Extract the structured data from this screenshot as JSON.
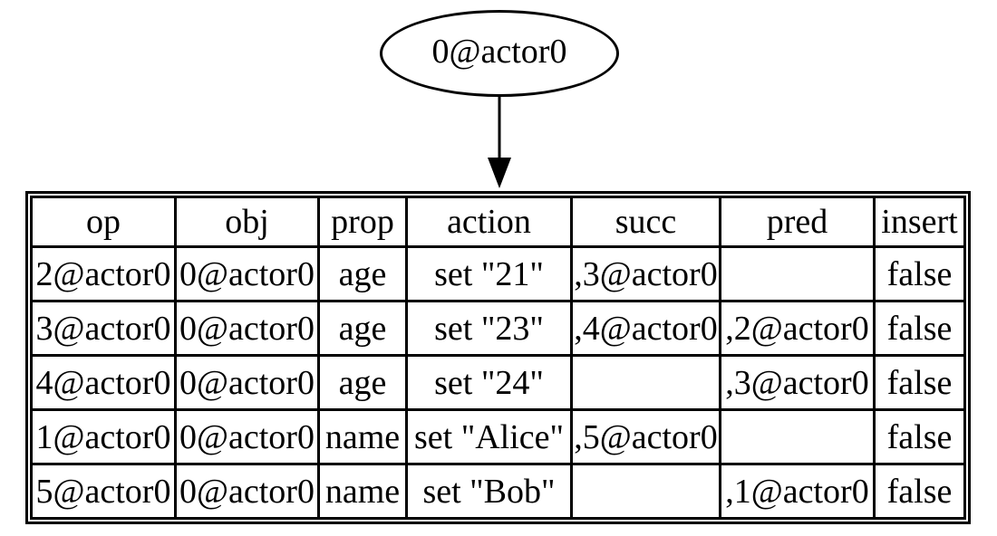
{
  "node": {
    "label": "0@actor0"
  },
  "table": {
    "headers": [
      "op",
      "obj",
      "prop",
      "action",
      "succ",
      "pred",
      "insert"
    ],
    "rows": [
      [
        "2@actor0",
        "0@actor0",
        "age",
        "set \"21\"",
        ",3@actor0",
        "",
        "false"
      ],
      [
        "3@actor0",
        "0@actor0",
        "age",
        "set \"23\"",
        ",4@actor0",
        ",2@actor0",
        "false"
      ],
      [
        "4@actor0",
        "0@actor0",
        "age",
        "set \"24\"",
        "",
        ",3@actor0",
        "false"
      ],
      [
        "1@actor0",
        "0@actor0",
        "name",
        "set \"Alice\"",
        ",5@actor0",
        "",
        "false"
      ],
      [
        "5@actor0",
        "0@actor0",
        "name",
        "set \"Bob\"",
        "",
        ",1@actor0",
        "false"
      ]
    ]
  },
  "colors": {
    "stroke": "#000000",
    "background": "#ffffff",
    "text": "#000000"
  }
}
